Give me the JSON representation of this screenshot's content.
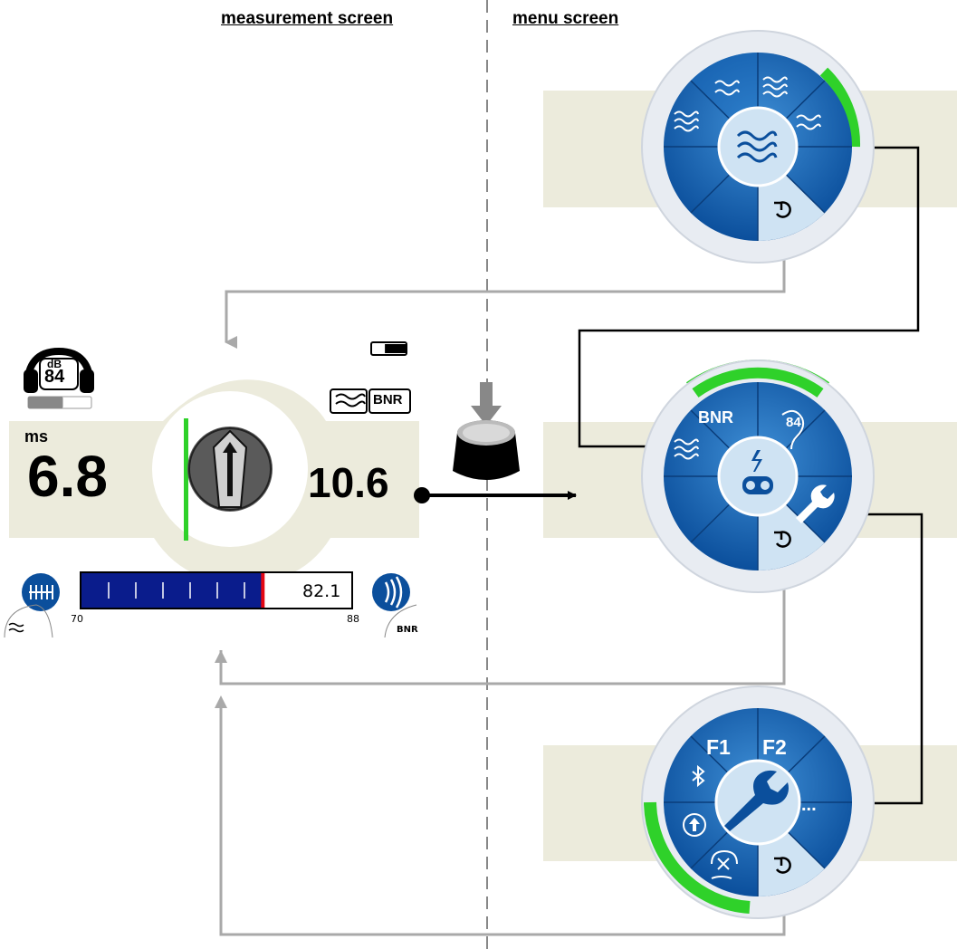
{
  "headings": {
    "measurement": "measurement screen",
    "menu": "menu screen"
  },
  "measurement": {
    "headphone_db_unit": "dB",
    "headphone_db_value": "84",
    "headphone_volume_level": 0.55,
    "battery_level": 0.35,
    "filter_icon": "filter-waves-icon",
    "bnr_badge": "BNR",
    "unit": "ms",
    "left_value": "6.8",
    "right_value": "10.6",
    "direction_icon": "up-arrow-icon",
    "bar": {
      "min_label": "70",
      "max_label": "88",
      "readout": "82.1",
      "level": 82.1
    },
    "bottom_left_icon": "filter-waves-icon",
    "bottom_right_label": "BNR"
  },
  "menus": {
    "filter": {
      "center_icon": "filter-waves-icon",
      "items": [
        "lowpass-waves-icon",
        "bandpass-waves-icon",
        "highpass-waves-icon",
        "allpass-waves-icon"
      ],
      "back_icon": "undo-icon"
    },
    "main": {
      "center_icon": "signal-receiver-icon",
      "bnr_label": "BNR",
      "volume_label": "84",
      "left_icon": "filter-waves-icon",
      "right_icon": "wrench-icon",
      "back_icon": "undo-icon"
    },
    "settings": {
      "center_icon": "wrench-icon",
      "f1_label": "F1",
      "f2_label": "F2",
      "more_label": "...",
      "items": [
        "bluetooth-icon",
        "upload-icon",
        "headset-mute-icon"
      ],
      "back_icon": "undo-icon"
    }
  },
  "colors": {
    "band": "#ecebdc",
    "blue_dark": "#0b4f9c",
    "blue_light": "#cfe3f3",
    "green": "#2fd12a",
    "gray_line": "#a9a9a9",
    "red_marker": "#e30613",
    "bar_fill": "#0a1c8c"
  }
}
